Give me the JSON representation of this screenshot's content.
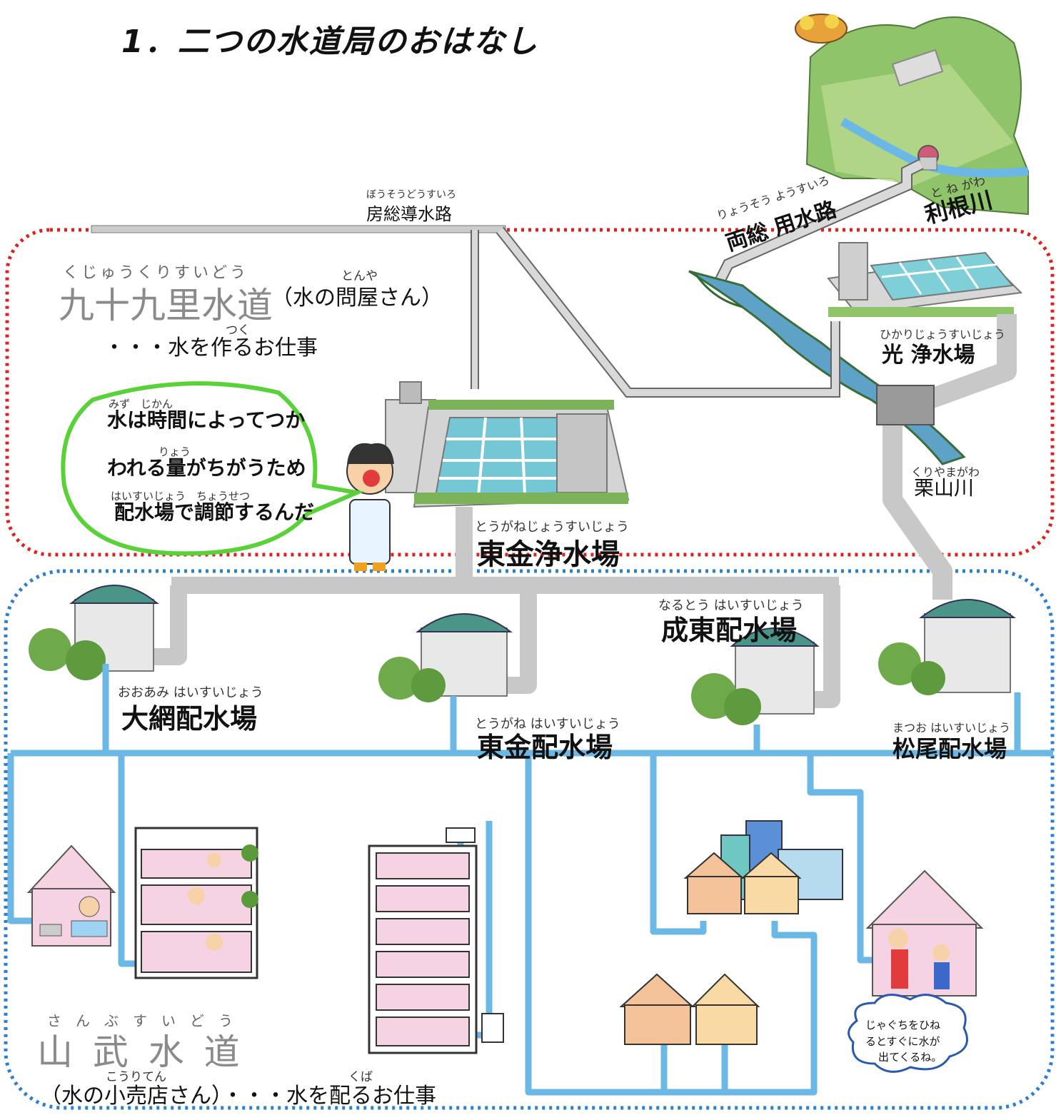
{
  "title": "1．二つの水道局のおはなし",
  "aqueducts": {
    "boso": {
      "ruby": "ぼうそうどうすいろ",
      "label": "房総導水路"
    },
    "ryoso": {
      "ruby": "りょうそう ようすいろ",
      "label": "両総 用水路"
    }
  },
  "rivers": {
    "tone": {
      "ruby": "と ね がわ",
      "label": "利根川"
    },
    "kuriyama": {
      "ruby": "くりやまがわ",
      "label": "栗山川"
    }
  },
  "kujukuri": {
    "ruby": "くじゅうくりすいどう",
    "name": "九十九里水道",
    "role_ruby": "とんや",
    "role": "（水の問屋さん）",
    "job_ruby": "つく",
    "job": "・・・水を作るお仕事"
  },
  "bubble": {
    "r1": "みず　じかん",
    "l1": "水は時間によってつか",
    "r2": "りょう",
    "l2": "われる量がちがうため",
    "r3": "はいすいじょう　ちょうせつ",
    "l3": "配水場で調節するんだ"
  },
  "plants": {
    "hikari": {
      "ruby": "ひかりじょうすいじょう",
      "label": "光 浄水場"
    },
    "togane": {
      "ruby": "とうがねじょうすいじょう",
      "label": "東金浄水場"
    }
  },
  "reservoirs": {
    "oami": {
      "ruby": "おおあみ はいすいじょう",
      "label": "大網配水場"
    },
    "togane": {
      "ruby": "とうがね はいすいじょう",
      "label": "東金配水場"
    },
    "naruto": {
      "ruby": "なるとう はいすいじょう",
      "label": "成東配水場"
    },
    "matsuo": {
      "ruby": "まつお はいすいじょう",
      "label": "松尾配水場"
    }
  },
  "sanbu": {
    "ruby": "さ　ん　ぶ　す　い　ど　う",
    "name": "山 武 水 道",
    "role_ruby": "こうりてん",
    "role_ruby2": "くば",
    "role": "（水の小売店さん）・・・水を配るお仕事"
  },
  "cloud": {
    "l1": "じゃぐちをひね",
    "l2": "るとすぐに水が",
    "l3": "出てくるね。"
  },
  "colors": {
    "red": "#e0201e",
    "blue": "#2a7fd0",
    "pipe": "#c8c8c8",
    "water": "#6bb8e6",
    "dome": "#4a9488",
    "bubble": "#59d23a"
  }
}
